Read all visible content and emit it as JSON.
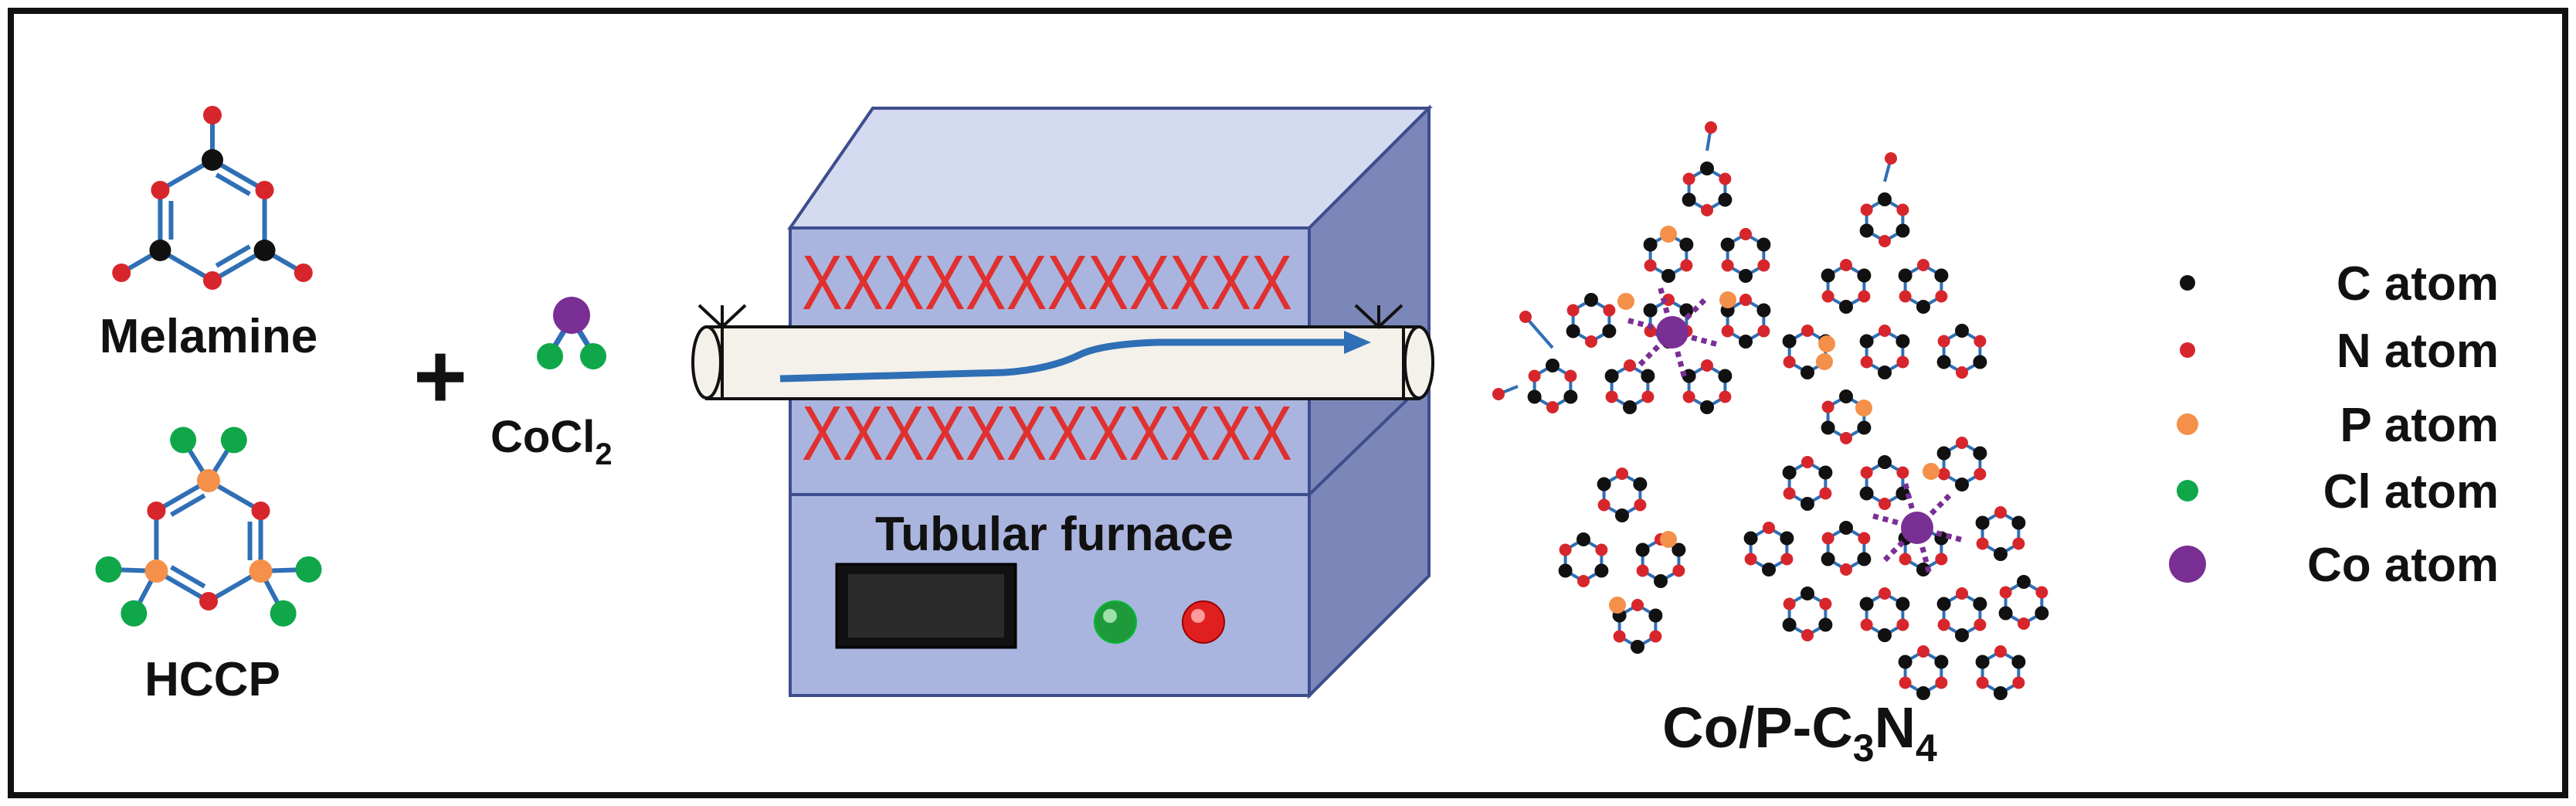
{
  "labels": {
    "melamine": "Melamine",
    "hccp": "HCCP",
    "plus": "+",
    "cocl2_main": "CoCl",
    "cocl2_sub": "2",
    "furnace": "Tubular furnace",
    "product_a": "Co/P-C",
    "product_sub1": "3",
    "product_b": "N",
    "product_sub2": "4"
  },
  "legend": [
    {
      "label": "C atom",
      "color": "#111111"
    },
    {
      "label": "N atom",
      "color": "#d7262b"
    },
    {
      "label": "P atom",
      "color": "#f4904a"
    },
    {
      "label": "Cl atom",
      "color": "#0fa74a"
    },
    {
      "label": "Co atom",
      "color": "#7a2f94"
    }
  ],
  "colors": {
    "bond": "#2f6fb5",
    "furnace_front": "#a9b5de",
    "furnace_top": "#d4daf0",
    "furnace_side": "#7b87b8",
    "heating_coil": "#e0302f",
    "display": "#2b2b2b",
    "green_button": "#1f9a3a",
    "red_button": "#e02020",
    "coordination": "#7a2f94"
  },
  "icons": [
    "melamine-molecule",
    "hccp-molecule",
    "cocl2-molecule",
    "tubular-furnace",
    "heating-coil",
    "quartz-tube",
    "gas-flow-arrow",
    "co-p-c3n4-network"
  ]
}
